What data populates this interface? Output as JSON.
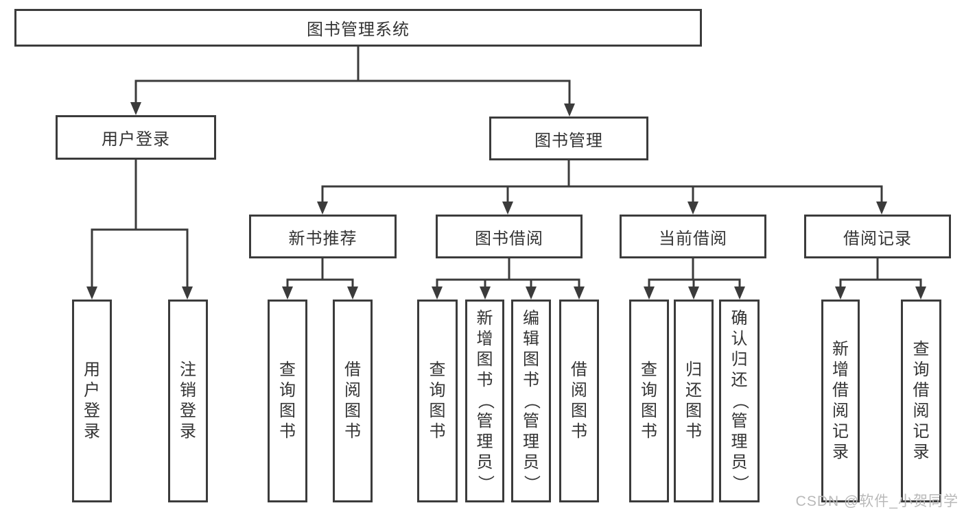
{
  "tree": {
    "root": "图书管理系统",
    "branches": [
      {
        "label": "用户登录",
        "children": [
          "用户登录",
          "注销登录"
        ]
      },
      {
        "label": "图书管理",
        "groups": [
          {
            "label": "新书推荐",
            "children": [
              "查询图书",
              "借阅图书"
            ]
          },
          {
            "label": "图书借阅",
            "children": [
              "查询图书",
              "新增图书（管理员）",
              "编辑图书（管理员）",
              "借阅图书"
            ]
          },
          {
            "label": "当前借阅",
            "children": [
              "查询图书",
              "归还图书",
              "确认归还（管理员）"
            ]
          },
          {
            "label": "借阅记录",
            "children": [
              "新增借阅记录",
              "查询借阅记录"
            ]
          }
        ]
      }
    ]
  },
  "watermark": {
    "text": "CSDN @软件_小贺同学"
  },
  "colors": {
    "line": "#3b3b3b",
    "text": "#333333",
    "watermark": "#b9b9b9",
    "background": "#ffffff"
  }
}
